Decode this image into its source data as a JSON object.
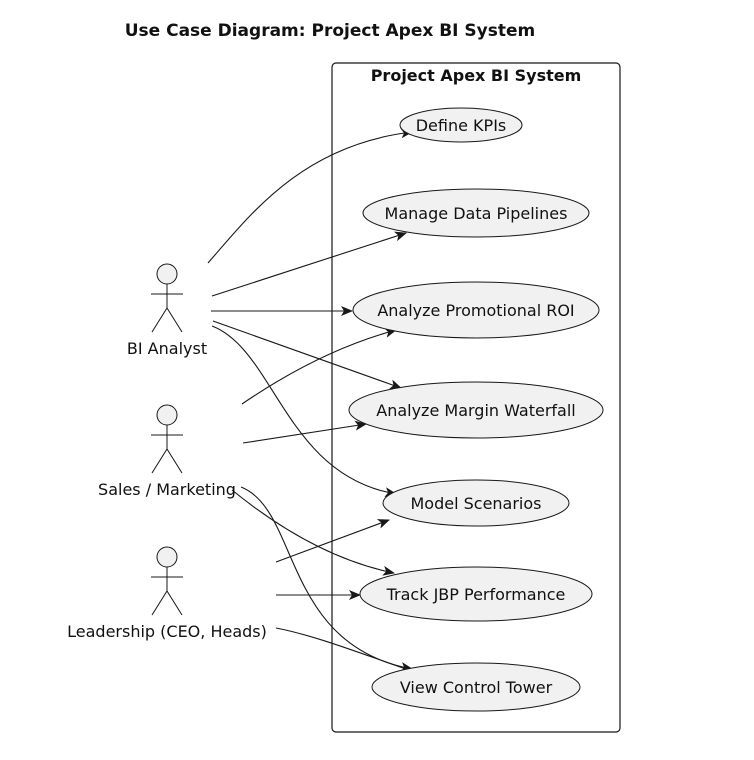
{
  "diagram": {
    "title": "Use Case Diagram: Project Apex BI System",
    "boundary": {
      "title": "Project Apex BI System"
    },
    "actors": [
      {
        "id": "bi-analyst",
        "label": "BI Analyst"
      },
      {
        "id": "sales-marketing",
        "label": "Sales / Marketing"
      },
      {
        "id": "leadership",
        "label": "Leadership (CEO, Heads)"
      }
    ],
    "use_cases": [
      {
        "id": "define-kpis",
        "label": "Define KPIs"
      },
      {
        "id": "manage-data-pipelines",
        "label": "Manage Data Pipelines"
      },
      {
        "id": "analyze-promotional-roi",
        "label": "Analyze Promotional ROI"
      },
      {
        "id": "analyze-margin-waterfall",
        "label": "Analyze Margin Waterfall"
      },
      {
        "id": "model-scenarios",
        "label": "Model Scenarios"
      },
      {
        "id": "track-jbp-performance",
        "label": "Track JBP Performance"
      },
      {
        "id": "view-control-tower",
        "label": "View Control Tower"
      }
    ],
    "associations": [
      {
        "from": "bi-analyst",
        "to": "define-kpis"
      },
      {
        "from": "bi-analyst",
        "to": "manage-data-pipelines"
      },
      {
        "from": "bi-analyst",
        "to": "analyze-promotional-roi"
      },
      {
        "from": "bi-analyst",
        "to": "analyze-margin-waterfall"
      },
      {
        "from": "bi-analyst",
        "to": "model-scenarios"
      },
      {
        "from": "sales-marketing",
        "to": "analyze-promotional-roi"
      },
      {
        "from": "sales-marketing",
        "to": "analyze-margin-waterfall"
      },
      {
        "from": "sales-marketing",
        "to": "track-jbp-performance"
      },
      {
        "from": "sales-marketing",
        "to": "view-control-tower"
      },
      {
        "from": "leadership",
        "to": "model-scenarios"
      },
      {
        "from": "leadership",
        "to": "track-jbp-performance"
      },
      {
        "from": "leadership",
        "to": "view-control-tower"
      }
    ]
  }
}
